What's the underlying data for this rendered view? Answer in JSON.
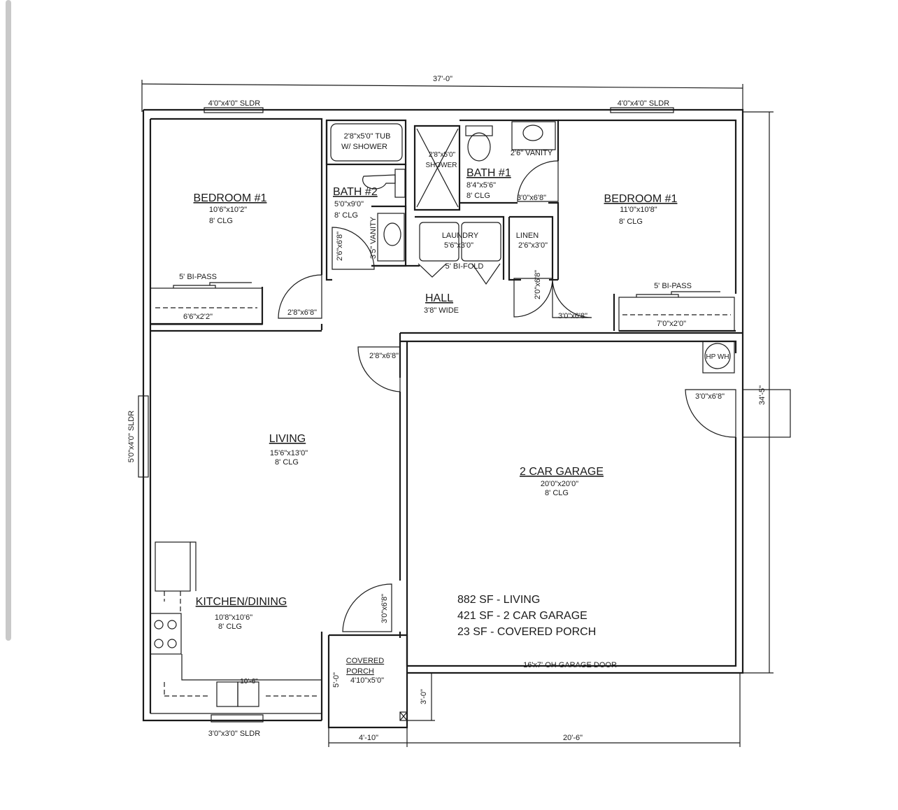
{
  "overall_width": "37'-0\"",
  "overall_depth": "34'-5\"",
  "windows": {
    "top_left": "4'0\"x4'0\" SLDR",
    "top_right": "4'0\"x4'0\" SLDR",
    "left_side": "5'0\"x4'0\" SLDR",
    "bottom": "3'0\"x3'0\" SLDR"
  },
  "rooms": {
    "bedroom_left": {
      "name": "BEDROOM #1",
      "size": "10'6\"x10'2\"",
      "ceiling": "8' CLG"
    },
    "bedroom_right": {
      "name": "BEDROOM #1",
      "size": "11'0\"x10'8\"",
      "ceiling": "8' CLG"
    },
    "bath2": {
      "name": "BATH #2",
      "size": "5'0\"x9'0\"",
      "ceiling": "8' CLG"
    },
    "bath1": {
      "name": "BATH #1",
      "size": "8'4\"x5'6\"",
      "ceiling": "8' CLG"
    },
    "laundry": {
      "name": "LAUNDRY",
      "size": "5'6\"x3'0\""
    },
    "linen": {
      "name": "LINEN",
      "size": "2'6\"x3'0\""
    },
    "hall": {
      "name": "HALL",
      "width": "3'8\" WIDE"
    },
    "living": {
      "name": "LIVING",
      "size": "15'6\"x13'0\"",
      "ceiling": "8' CLG"
    },
    "garage": {
      "name": "2 CAR GARAGE",
      "size": "20'0\"x20'0\"",
      "ceiling": "8' CLG"
    },
    "kitchen": {
      "name": "KITCHEN/DINING",
      "size": "10'8\"x10'6\"",
      "ceiling": "8' CLG"
    },
    "porch": {
      "name_line1": "COVERED",
      "name_line2": "PORCH",
      "size": "4'10\"x5'0\""
    }
  },
  "fixtures": {
    "tub": {
      "line1": "2'8\"x5'0\" TUB",
      "line2": "W/ SHOWER"
    },
    "shower": {
      "line1": "2'8\"x5'0\"",
      "line2": "SHOWER"
    },
    "vanity_bath1": "2'6\" VANITY",
    "vanity_bath2": "3'5\" VANITY",
    "water_heater": "HP WH",
    "bifold": "5' BI-FOLD",
    "bipass_left": "5' BI-PASS",
    "bipass_right": "5' BI-PASS",
    "closet_left": "6'6\"x2'2\"",
    "closet_right": "7'0\"x2'0\"",
    "sink_dim": "10'-6\""
  },
  "doors": {
    "bath1_door": "3'0\"x6'8\"",
    "bath2_door": "2'6\"x6'8\"",
    "linen_door": "2'0\"x6'8\"",
    "bed_left_door": "2'8\"x6'8\"",
    "bed_right_door": "3'0\"x6'8\"",
    "garage_entry": "2'8\"x6'8\"",
    "garage_side": "3'0\"x6'8\"",
    "front_door": "3'0\"x6'8\"",
    "garage_door": "16'x7' OH GARAGE DOOR"
  },
  "dims": {
    "porch_depth": "5'-0\"",
    "garage_offset": "3'-0\"",
    "porch_width": "4'-10\"",
    "garage_width": "20'-6\""
  },
  "areas": {
    "living": "882 SF - LIVING",
    "garage": "421 SF - 2 CAR GARAGE",
    "porch": "23 SF - COVERED PORCH"
  }
}
